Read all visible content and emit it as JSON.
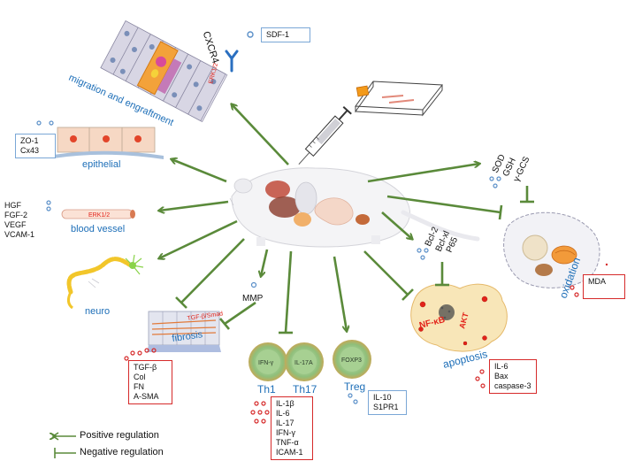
{
  "labels": {
    "cxcr4": "CXCR4",
    "erk12_top": "ERK1/2",
    "migration": "migration and engraftment",
    "epithelial": "epithelial",
    "erk12_vessel": "ERK1/2",
    "blood_vessel": "blood vessel",
    "neuro": "neuro",
    "tgf_smad": "TGF-β/Smad",
    "fibrosis": "fibrosis",
    "mmp": "MMP",
    "ifn_g": "IFN-γ",
    "il17a": "IL-17A",
    "th1": "Th1",
    "th17": "Th17",
    "foxp3": "FOXP3",
    "treg": "Treg",
    "bcl2": "Bcl-2",
    "bclxl": "Bcl-xl",
    "p65": "P65",
    "nfkb": "NF-κB",
    "akt": "AKT",
    "apoptosis": "apoptosis",
    "sod": "SOD",
    "gsh": "GSH",
    "ygcs": "γ-GCS",
    "oxidation": "oxidation"
  },
  "boxes": {
    "sdf1": [
      "SDF-1"
    ],
    "zo1": [
      "ZO-1",
      "Cx43"
    ],
    "growth": [
      "HGF",
      "FGF-2",
      "VEGF",
      "VCAM-1"
    ],
    "fibrosis_markers": [
      "TGF-β",
      "Col",
      "FN",
      "A-SMA"
    ],
    "cytokines": [
      "IL-1β",
      "IL-6",
      "IL-17",
      "IFN-γ",
      "TNF-α",
      "ICAM-1"
    ],
    "treg_markers": [
      "IL-10",
      "S1PR1"
    ],
    "apoptosis_markers": [
      "IL-6",
      "Bax",
      "caspase-3"
    ],
    "mda": [
      "MDA"
    ]
  },
  "legend": {
    "positive": "Positive regulation",
    "negative": "Negative regulation"
  },
  "colors": {
    "arrow": "#5a8a3a",
    "label_blue": "#1e6fb8",
    "box_red": "#d62a2a",
    "box_blue": "#7aa7d6",
    "nfkb_red": "#e2231a"
  }
}
